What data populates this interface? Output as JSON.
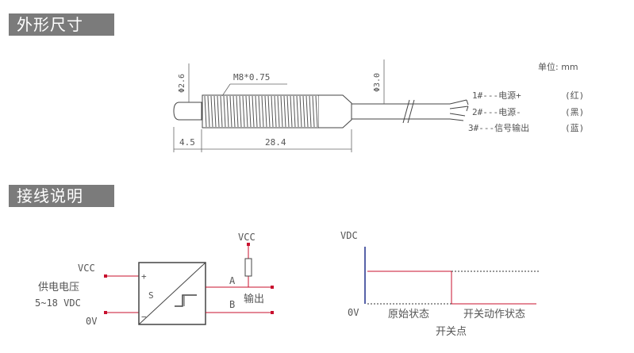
{
  "sections": {
    "dimensions_title": "外形尺寸",
    "wiring_title": "接线说明"
  },
  "dimensions": {
    "unit": "单位: mm",
    "thread": "M8*0.75",
    "tip_diameter": "Φ2.6",
    "cable_diameter": "Φ3.0",
    "tip_length": "4.5",
    "body_length": "28.4",
    "wires": [
      {
        "id": "1#---电源+",
        "color": "(红)"
      },
      {
        "id": "2#---电源-",
        "color": "(黑)"
      },
      {
        "id": "3#---信号输出",
        "color": "(蓝)"
      }
    ]
  },
  "wiring": {
    "vcc_in": "VCC",
    "supply": "供电电压",
    "supply_range": "5~18 VDC",
    "zero_v": "0V",
    "sensor_label": "S",
    "plus": "+",
    "minus": "−",
    "vcc_pullup": "VCC",
    "out_a": "A",
    "out_b": "B",
    "output": "输出"
  },
  "timing": {
    "vdc": "VDC",
    "zero_v": "0V",
    "original_state": "原始状态",
    "switch_state": "开关动作状态",
    "switch_point": "开关点"
  }
}
